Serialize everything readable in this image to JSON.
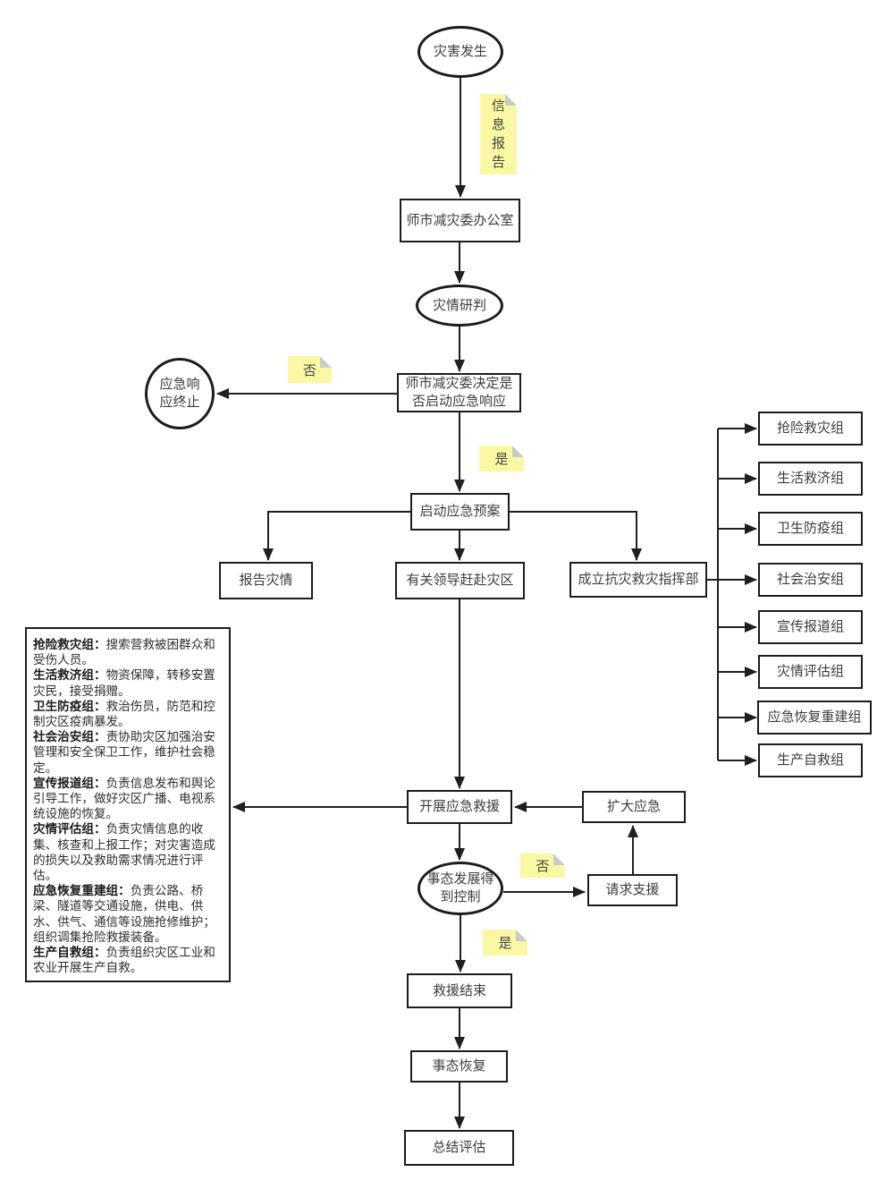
{
  "colors": {
    "line": "#1f1f1f",
    "note_fill": "#fbf8a3",
    "note_fold": "#c9cbcb",
    "node_border": "#1c1c1c",
    "text": "#3d3d3d"
  },
  "nodes": {
    "start": {
      "label": "灾害发生"
    },
    "office": {
      "label": "师市减灾委办公室"
    },
    "judge": {
      "label": "灾情研判"
    },
    "decision": {
      "label": "师市减灾委决定是\n否启动应急响应"
    },
    "terminate": {
      "label": "应急响\n应终止"
    },
    "plan": {
      "label": "启动应急预案"
    },
    "report": {
      "label": "报告灾情"
    },
    "leaders": {
      "label": "有关领导赶赴灾区"
    },
    "hq": {
      "label": "成立抗灾救灾指挥部"
    },
    "rescue": {
      "label": "开展应急救援"
    },
    "expand": {
      "label": "扩大应急"
    },
    "control": {
      "label": "事态发展得\n到控制"
    },
    "support": {
      "label": "请求支援"
    },
    "end": {
      "label": "救援结束"
    },
    "recover": {
      "label": "事态恢复"
    },
    "evaluate": {
      "label": "总结评估"
    }
  },
  "notes": {
    "info": {
      "label": "信息报告"
    },
    "no1": {
      "label": "否"
    },
    "yes1": {
      "label": "是"
    },
    "no2": {
      "label": "否"
    },
    "yes2": {
      "label": "是"
    }
  },
  "command_groups": [
    {
      "label": "抢险救灾组"
    },
    {
      "label": "生活救济组"
    },
    {
      "label": "卫生防疫组"
    },
    {
      "label": "社会治安组"
    },
    {
      "label": "宣传报道组"
    },
    {
      "label": "灾情评估组"
    },
    {
      "label": "应急恢复重建组"
    },
    {
      "label": "生产自救组"
    }
  ],
  "legend": {
    "items": [
      {
        "term": "抢险救灾组：",
        "desc": "搜索营救被困群众和受伤人员。"
      },
      {
        "term": "生活救济组：",
        "desc": "物资保障，转移安置灾民，接受捐赠。"
      },
      {
        "term": "卫生防疫组：",
        "desc": "救治伤员，防范和控制灾区疫病暴发。"
      },
      {
        "term": "社会治安组：",
        "desc": "责协助灾区加强治安管理和安全保卫工作，维护社会稳定。"
      },
      {
        "term": "宣传报道组：",
        "desc": "负责信息发布和舆论引导工作，做好灾区广播、电视系统设施的恢复。"
      },
      {
        "term": "灾情评估组：",
        "desc": "负责灾情信息的收集、核查和上报工作；对灾害造成的损失以及救助需求情况进行评估。"
      },
      {
        "term": "应急恢复重建组：",
        "desc": "负责公路、桥梁、隧道等交通设施，供电、供水、供气、通信等设施抢修维护；组织调集抢险救援装备。"
      },
      {
        "term": "生产自救组：",
        "desc": "负责组织灾区工业和农业开展生产自救。"
      }
    ]
  }
}
